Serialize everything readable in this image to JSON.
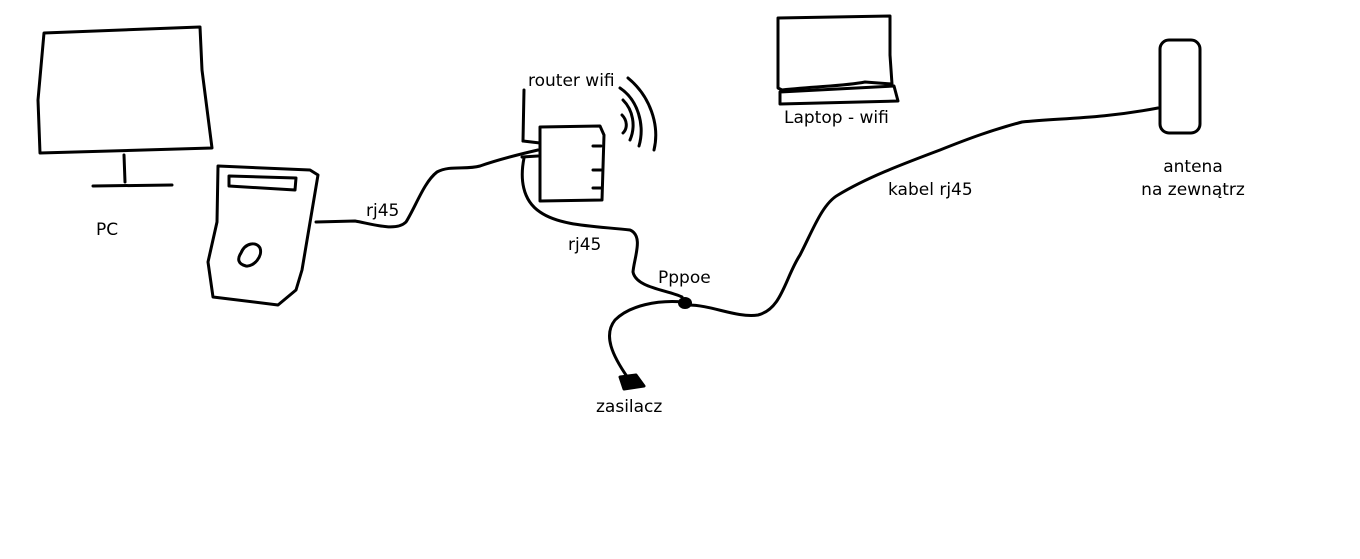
{
  "labels": {
    "pc": "PC",
    "rj45_pc_router": "rj45",
    "router": "router wifi",
    "rj45_router_pppoe": "rj45",
    "pppoe": "Pppoe",
    "power_supply": "zasilacz",
    "laptop": "Laptop - wifi",
    "cable": "kabel rj45",
    "antenna_line1": "antena",
    "antenna_line2": "na zewnątrz"
  },
  "colors": {
    "background": "#ffffff",
    "ink": "#000000"
  }
}
